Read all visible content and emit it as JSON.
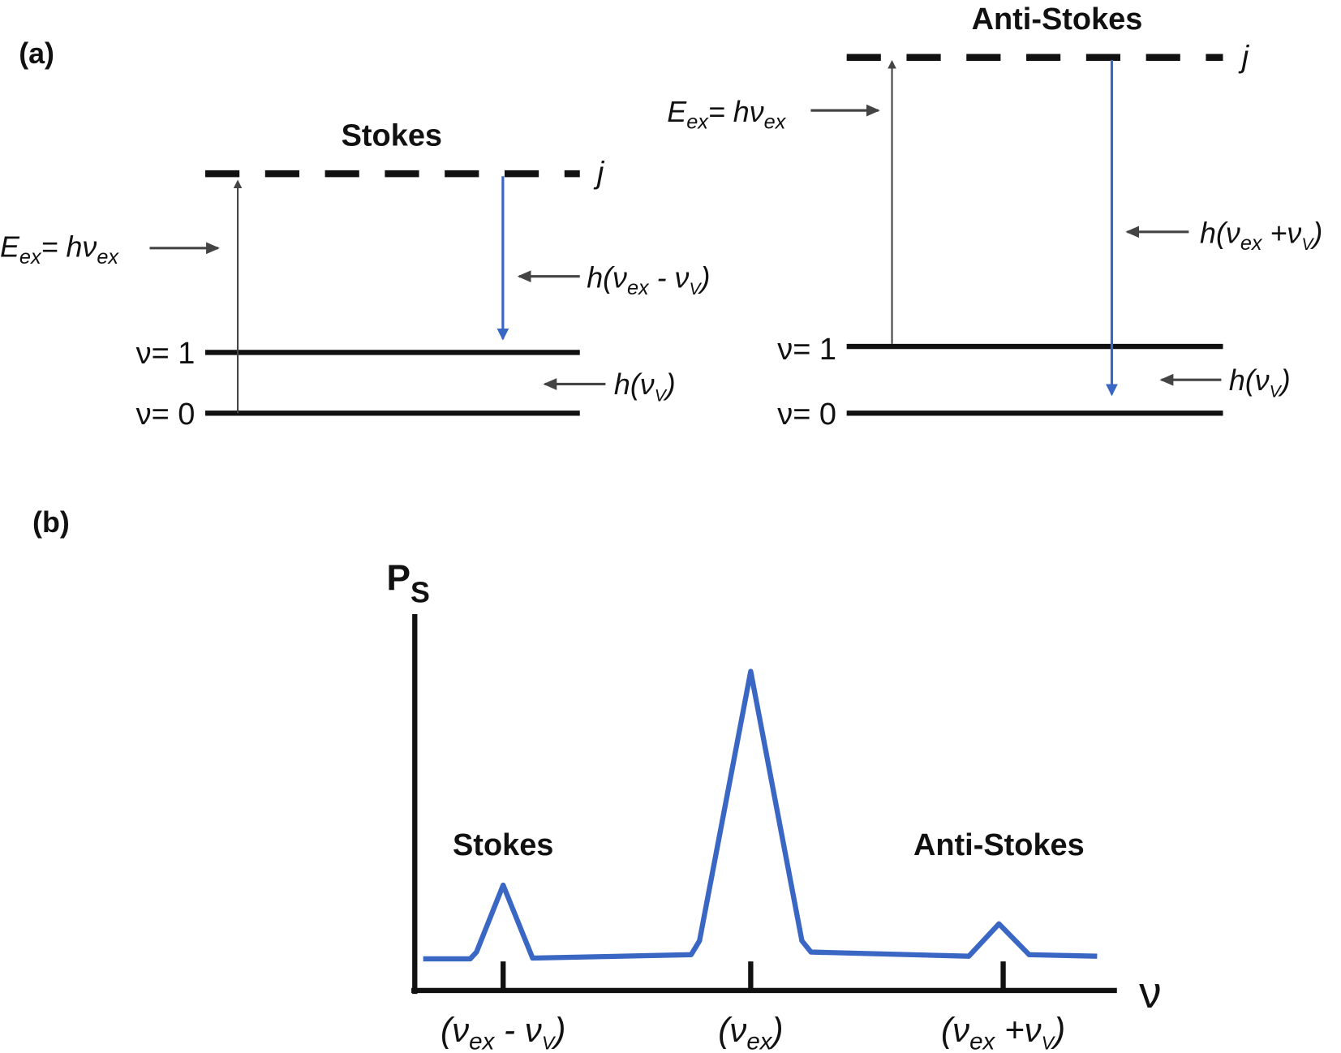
{
  "panel_a": {
    "label": "(a)",
    "stokes": {
      "title": "Stokes",
      "j": "j",
      "v1": "ν= 1",
      "v0": "ν= 0",
      "excitation": {
        "E": "E",
        "ex": "ex",
        "eq": "= hν",
        "ex2": "ex"
      },
      "emission": {
        "pre": "h(ν",
        "ex": "ex",
        "mid": " - ν",
        "v": "V",
        "post": ")"
      },
      "vib": {
        "pre": "h(ν",
        "v": "V",
        "post": ")"
      }
    },
    "anti_stokes": {
      "title": "Anti-Stokes",
      "j": "j",
      "v1": "ν= 1",
      "v0": "ν= 0",
      "excitation": {
        "E": "E",
        "ex": "ex",
        "eq": "= hν",
        "ex2": "ex"
      },
      "emission": {
        "pre": "h(ν",
        "ex": "ex",
        "mid": " +ν",
        "v": "V",
        "post": ")"
      },
      "vib": {
        "pre": "h(ν",
        "v": "V",
        "post": ")"
      }
    }
  },
  "panel_b": {
    "label": "(b)"
  },
  "colors": {
    "line": "#3a66c4",
    "axis": "#111111",
    "arrow": "#444444"
  },
  "chart_data": {
    "type": "line",
    "title": "",
    "ylabel": "P",
    "ylabel_sub": "S",
    "xlabel": "ν",
    "xlim": [
      0,
      100
    ],
    "ylim": [
      0,
      100
    ],
    "grid": false,
    "series": [
      {
        "name": "Scattered power",
        "x": [
          1.2,
          7.9,
          8.8,
          12.6,
          16.8,
          39.4,
          40.6,
          47.9,
          55.2,
          56.5,
          79.0,
          83.3,
          87.6,
          97.3
        ],
        "y": [
          8.4,
          8.4,
          10.2,
          28.0,
          8.6,
          9.5,
          13.2,
          84.8,
          13.2,
          10.2,
          9.1,
          17.7,
          9.5,
          9.1
        ]
      }
    ],
    "ticks": [
      {
        "x": 12.6,
        "pre": "(ν",
        "ex": "ex",
        "mid": " - ν",
        "v": "V",
        "post": ")"
      },
      {
        "x": 47.9,
        "pre": "(ν",
        "ex": "ex",
        "mid": "",
        "v": "",
        "post": ")"
      },
      {
        "x": 83.9,
        "pre": "(ν",
        "ex": "ex",
        "mid": " +ν",
        "v": "V",
        "post": ")"
      }
    ],
    "annotations": [
      {
        "text": "Stokes",
        "x": 12.6,
        "y": 36
      },
      {
        "text": "Anti-Stokes",
        "x": 83.3,
        "y": 36
      }
    ]
  }
}
